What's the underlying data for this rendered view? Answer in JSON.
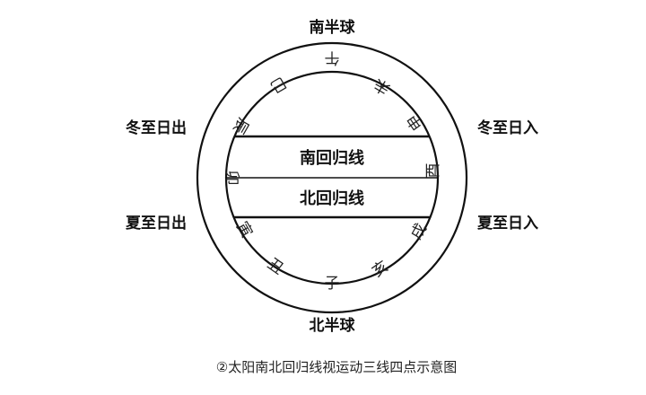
{
  "poles": {
    "top": "南半球",
    "bottom": "北半球"
  },
  "sides": {
    "upper_left": "冬至日出",
    "upper_right": "冬至日入",
    "lower_left": "夏至日出",
    "lower_right": "夏至日入"
  },
  "bands": {
    "south": "南回归线",
    "north": "北回归线"
  },
  "branches": {
    "wu": "午",
    "wei": "未",
    "shen": "申",
    "you": "酉",
    "xu": "戌",
    "hai": "亥",
    "zi": "子",
    "chou": "丑",
    "yin": "寅",
    "mao": "卯",
    "chen": "辰",
    "si": "巳"
  },
  "caption": "②太阳南北回归线视运动三线四点示意图"
}
